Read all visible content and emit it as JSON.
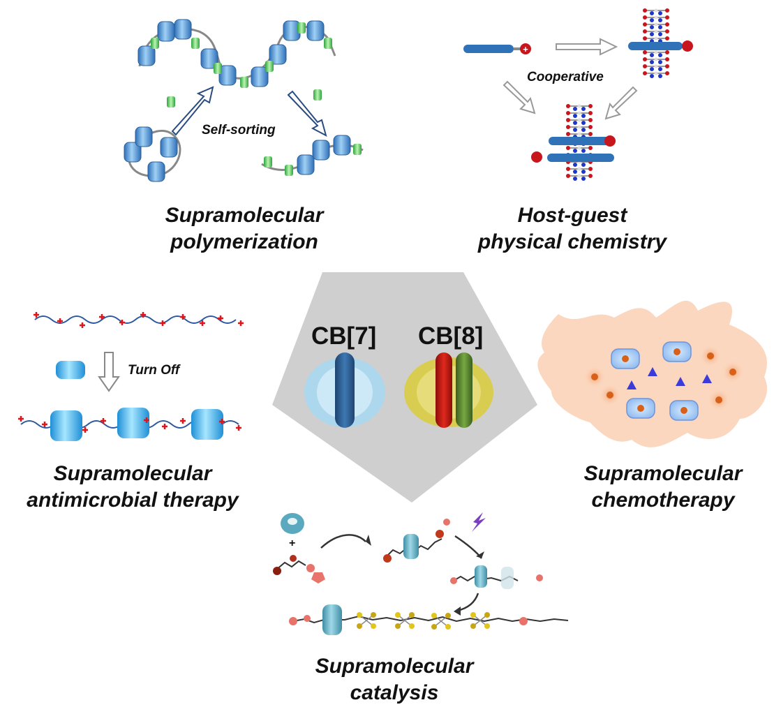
{
  "center": {
    "cb7_label": "CB[7]",
    "cb8_label": "CB[8]"
  },
  "sections": {
    "polymerization": {
      "caption_line1": "Supramolecular",
      "caption_line2": "polymerization",
      "arrow_label": "Self-sorting"
    },
    "host_guest": {
      "caption_line1": "Host-guest",
      "caption_line2": "physical chemistry",
      "arrow_label": "Cooperative"
    },
    "antimicrobial": {
      "caption_line1": "Supramolecular",
      "caption_line2": "antimicrobial therapy",
      "arrow_label": "Turn Off"
    },
    "chemotherapy": {
      "caption_line1": "Supramolecular",
      "caption_line2": "chemotherapy"
    },
    "catalysis": {
      "caption_line1": "Supramolecular",
      "caption_line2": "catalysis",
      "plus_sign": "+"
    }
  },
  "colors": {
    "macrocycle_blue": "#4a9ad8",
    "guest_green": "#5fd35f",
    "guest_dark_blue": "#2f6fb0",
    "cation_red": "#c8161d",
    "cb7_body": "#a9d7ef",
    "cb8_body": "#d9cc4a",
    "cb7_guest": "#2f5f8f",
    "cb8_guest_red": "#c21d14",
    "cb8_guest_green": "#5a8a30",
    "center_panel": "#cfcfcf",
    "cell_fill": "#fbd7bf",
    "drug_orange": "#d8611a",
    "triangle_blue": "#3b3bd9",
    "catalysis_ring": "#5aa9bf",
    "catalysis_yellow": "#e2c51a",
    "catalysis_salmon": "#e8736a"
  }
}
